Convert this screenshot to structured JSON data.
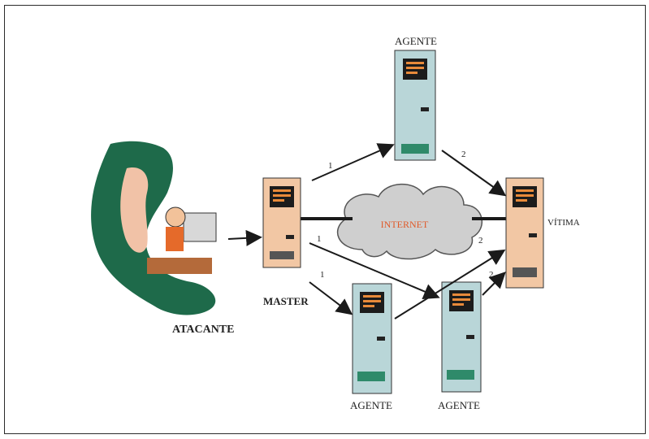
{
  "diagram": {
    "nodes": {
      "attacker": {
        "label": "ATACANTE"
      },
      "master": {
        "label": "MASTER"
      },
      "agent_top": {
        "label": "AGENTE"
      },
      "agent_bottom1": {
        "label": "AGENTE"
      },
      "agent_bottom2": {
        "label": "AGENTE"
      },
      "victim": {
        "label": "VÍTIMA"
      },
      "cloud": {
        "label": "INTERNET"
      }
    },
    "edges": [
      {
        "from": "master",
        "to": "agent_top",
        "label": "1"
      },
      {
        "from": "master",
        "to": "agent_bottom1",
        "label": "1"
      },
      {
        "from": "master",
        "to": "agent_bottom2",
        "label": "1"
      },
      {
        "from": "agent_top",
        "to": "victim",
        "label": "2"
      },
      {
        "from": "agent_bottom1",
        "to": "victim",
        "label": "2"
      },
      {
        "from": "agent_bottom2",
        "to": "victim",
        "label": "2"
      }
    ],
    "colors": {
      "server_body": "#f2c7a4",
      "server_teal": "#b9d6d8",
      "server_dark": "#1c1c1c",
      "server_green": "#2f8a6a",
      "cloud_fill": "#cfcfcf",
      "cloud_label": "#e05a2a",
      "ghost_green": "#1e6a4a"
    }
  }
}
